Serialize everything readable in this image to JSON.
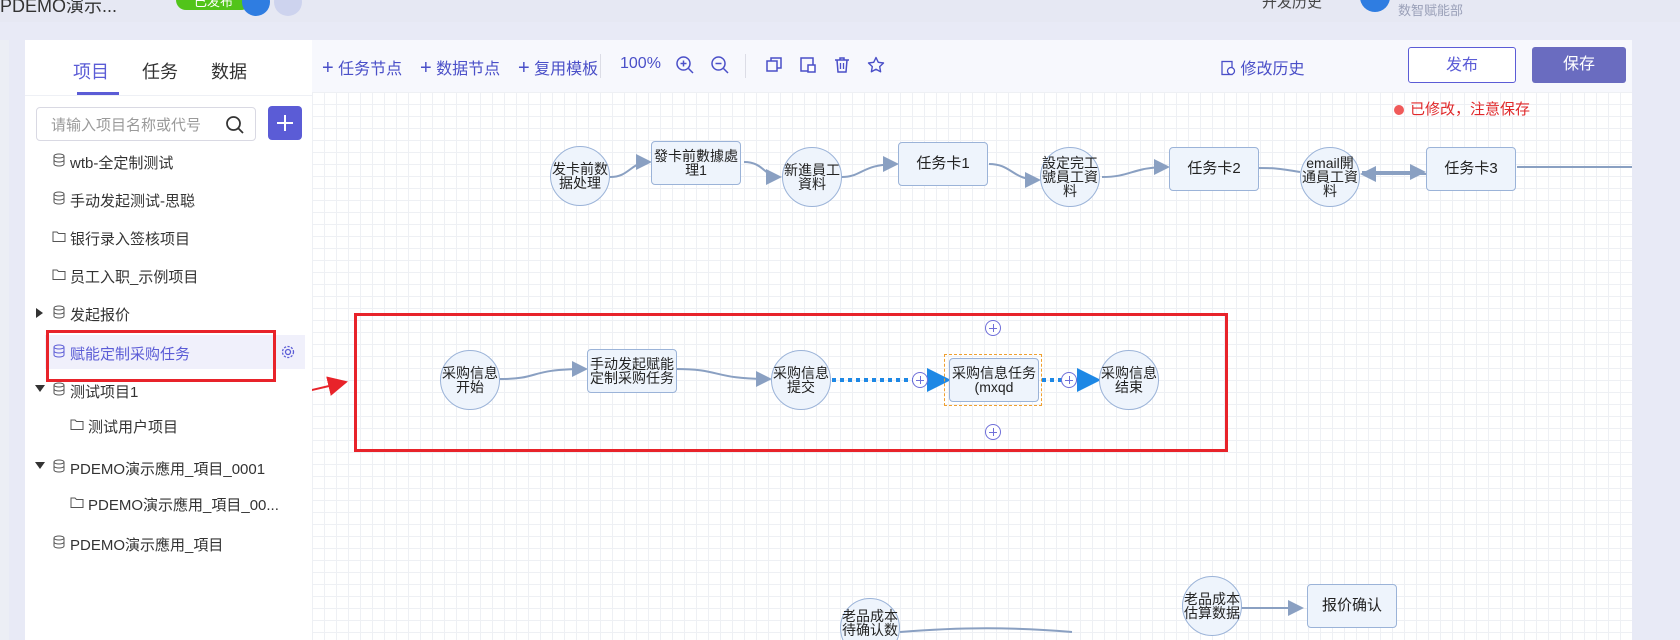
{
  "header": {
    "title": "PDEMO演示...",
    "status": "已发布",
    "right_text": "开发历史",
    "department": "数智赋能部"
  },
  "sidebar": {
    "tabs": [
      {
        "label": "项目",
        "active": true
      },
      {
        "label": "任务",
        "active": false
      },
      {
        "label": "数据",
        "active": false
      }
    ],
    "search_placeholder": "请输入项目名称或代号",
    "items": [
      {
        "label": "wtb-全定制测试",
        "icon": "database-icon"
      },
      {
        "label": "手动发起测试-思聪",
        "icon": "database-icon"
      },
      {
        "label": "银行录入签核项目",
        "icon": "folder-icon"
      },
      {
        "label": "员工入职_示例项目",
        "icon": "folder-icon"
      },
      {
        "label": "发起报价",
        "icon": "database-icon",
        "caret": "right"
      },
      {
        "label": "赋能定制采购任务",
        "icon": "database-icon",
        "selected": true
      },
      {
        "label": "测试项目1",
        "icon": "database-icon",
        "caret": "down"
      },
      {
        "label": "测试用户项目",
        "icon": "folder-icon"
      },
      {
        "label": "PDEMO演示應用_項目_0001",
        "icon": "database-icon",
        "caret": "down"
      },
      {
        "label": "PDEMO演示應用_項目_00...",
        "icon": "folder-icon"
      },
      {
        "label": "PDEMO演示應用_項目",
        "icon": "database-icon"
      }
    ]
  },
  "toolbar": {
    "task_node": "任务节点",
    "data_node": "数据节点",
    "reuse_template": "复用模板",
    "zoom": "100%",
    "history": "修改历史",
    "publish": "发布",
    "save": "保存"
  },
  "canvas": {
    "modified_notice": "已修改，注意保存",
    "top_flow": {
      "n1": "发卡前数\n据处理",
      "n2": "發卡前數據處\n理1",
      "n3": "新進員工\n資料",
      "n4": "任务卡1",
      "n5": "設定完工\n號員工資\n料",
      "n6": "任务卡2",
      "n7": "email開\n通員工資\n料",
      "n8": "任务卡3"
    },
    "mid_flow": {
      "n1": "采购信息\n开始",
      "n2": "手动发起赋能\n定制采购任务",
      "n3": "采购信息\n提交",
      "n4": "采购信息任务\n(mxqd",
      "n5": "采购信息\n结束"
    },
    "bottom_flow": {
      "n1": "老品成本\n待确认数",
      "n2": "老品成本\n估算数据",
      "n3": "报价确认"
    }
  },
  "colors": {
    "accent": "#5b5cd6",
    "highlight": "#e8232a",
    "node_border": "#9bb3d8",
    "node_fill": "#eef4fc"
  }
}
